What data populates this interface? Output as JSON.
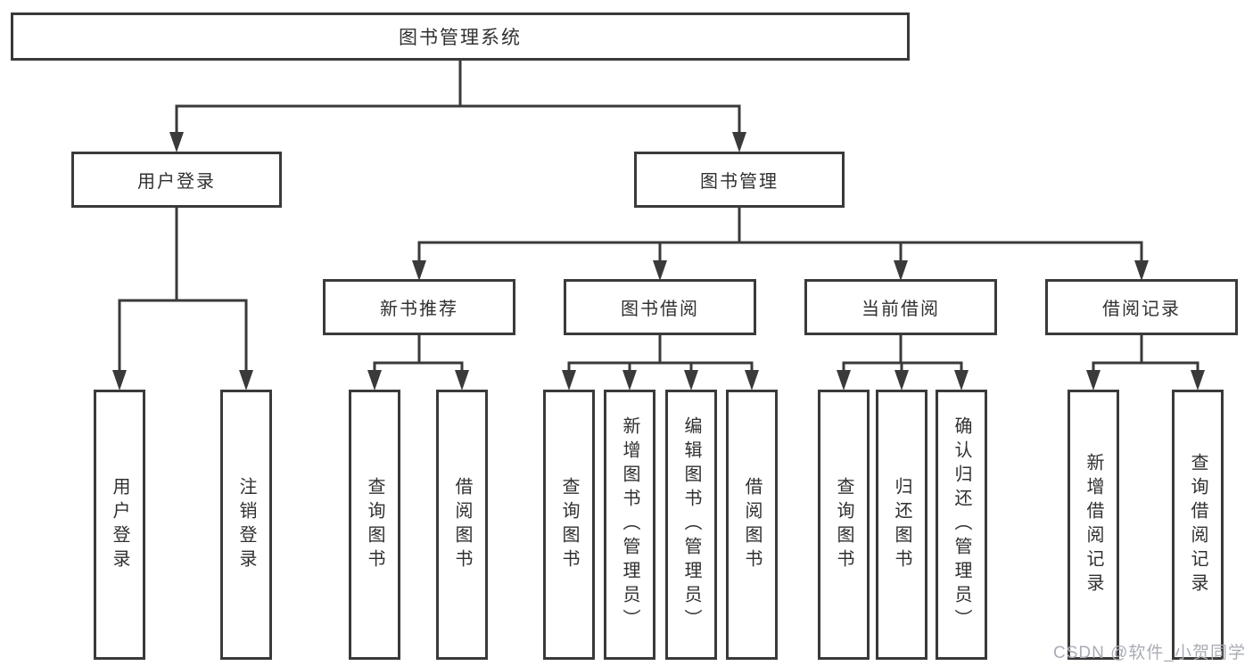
{
  "colors": {
    "page_bg": "#ffffff",
    "line": "#3a3a3a",
    "text": "#303030",
    "watermark": "#a9adb4"
  },
  "tree": {
    "root": {
      "label": "图书管理系统"
    },
    "branches": [
      {
        "label": "用户登录",
        "children": [
          {
            "label": "用户登录"
          },
          {
            "label": "注销登录"
          }
        ]
      },
      {
        "label": "图书管理",
        "children": [
          {
            "label": "新书推荐",
            "children": [
              {
                "label": "查询图书"
              },
              {
                "label": "借阅图书"
              }
            ]
          },
          {
            "label": "图书借阅",
            "children": [
              {
                "label": "查询图书"
              },
              {
                "label": "新增图书（管理员）"
              },
              {
                "label": "编辑图书（管理员）"
              },
              {
                "label": "借阅图书"
              }
            ]
          },
          {
            "label": "当前借阅",
            "children": [
              {
                "label": "查询图书"
              },
              {
                "label": "归还图书"
              },
              {
                "label": "确认归还（管理员）"
              }
            ]
          },
          {
            "label": "借阅记录",
            "children": [
              {
                "label": "新增借阅记录"
              },
              {
                "label": "查询借阅记录"
              }
            ]
          }
        ]
      }
    ]
  },
  "watermark": {
    "text": "CSDN @软件_小贺同学"
  }
}
